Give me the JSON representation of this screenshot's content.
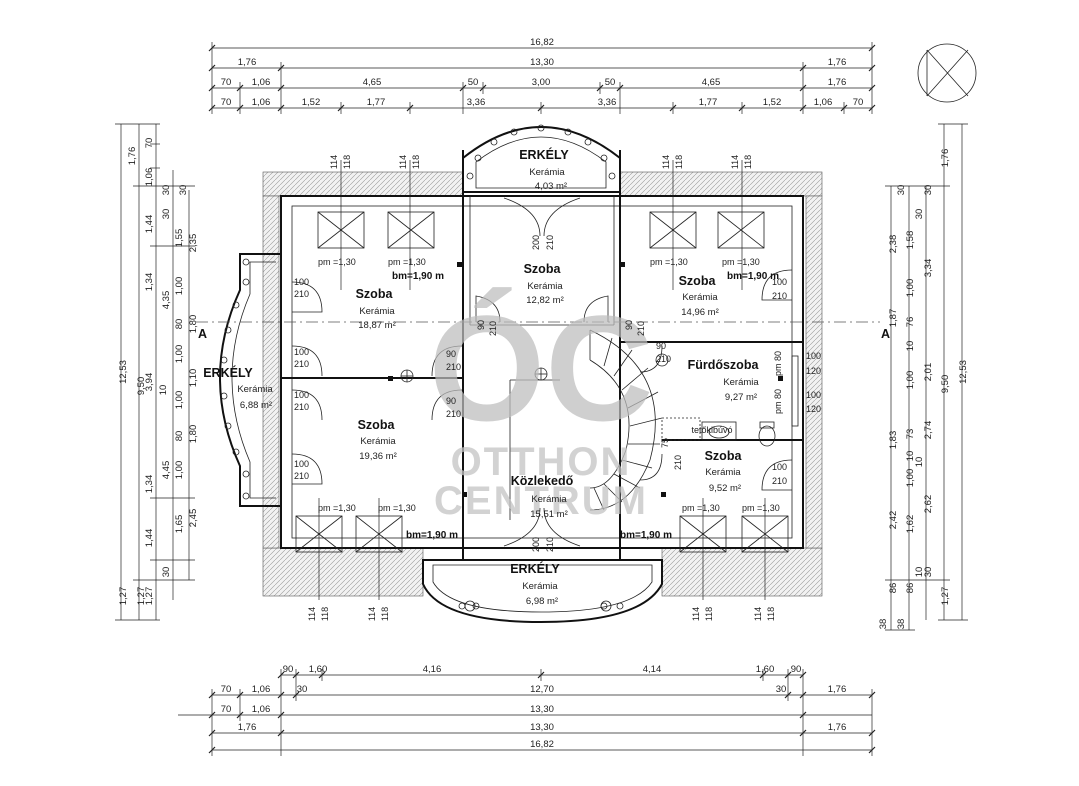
{
  "top_dims": {
    "row1": [
      "16,82"
    ],
    "row2": [
      "1,76",
      "13,30",
      "1,76"
    ],
    "row3": [
      "70",
      "1,06",
      "4,65",
      "50",
      "3,00",
      "50",
      "4,65",
      "1,76"
    ],
    "row4": [
      "70",
      "1,06",
      "1,52",
      "1,77",
      "3,36",
      "3,36",
      "1,77",
      "1,52",
      "1,06",
      "70"
    ]
  },
  "bottom_dims": {
    "row1": [
      "90",
      "1,60",
      "4,16",
      "4,14",
      "1,60",
      "90"
    ],
    "row2": [
      "70",
      "1,06",
      "30",
      "12,70",
      "30",
      "1,76"
    ],
    "row3": [
      "70",
      "1,06",
      "13,30"
    ],
    "row4": [
      "1,76",
      "13,30",
      "1,76"
    ],
    "row5": [
      "16,82"
    ]
  },
  "left_dims": {
    "outer": [
      "12,53"
    ],
    "col2": [
      "9,50",
      "1,27"
    ],
    "col3": [
      "1,76",
      "1,06",
      "70",
      "1,44",
      "1,34",
      "3,94",
      "1,34",
      "1,44",
      "1,27"
    ],
    "col4": [
      "30",
      "30",
      "30",
      "2,35",
      "4,35",
      "4,45",
      "2,45",
      "30"
    ],
    "col5": [
      "1,55",
      "1,00",
      "80",
      "1,00",
      "1,00",
      "80",
      "1,00",
      "1,65"
    ],
    "col6": [
      "1,10",
      "1,80",
      "1,80"
    ],
    "col7": [
      "10",
      "10"
    ]
  },
  "right_dims": {
    "outer": [
      "12,53"
    ],
    "col2": [
      "1,76",
      "9,50",
      "1,27"
    ],
    "col3": [
      "30",
      "3,34",
      "2,01",
      "2,74",
      "2,62",
      "30",
      "38"
    ],
    "col4": [
      "2,38",
      "1,87",
      "1,83",
      "2,42",
      "86",
      "38"
    ],
    "col5": [
      "1,58",
      "1,00",
      "76",
      "10",
      "1,00",
      "73",
      "10",
      "1,00",
      "1,62",
      "86"
    ],
    "col6": [
      "30",
      "30",
      "10",
      "10"
    ]
  },
  "section_marks": {
    "left": "A",
    "right": "A"
  },
  "rooms": {
    "erkely_top": {
      "name": "ERKÉLY",
      "material": "Kerámia",
      "area": "4,03 m²"
    },
    "szoba_tl": {
      "name": "Szoba",
      "material": "Kerámia",
      "area": "18,87 m²"
    },
    "szoba_tc": {
      "name": "Szoba",
      "material": "Kerámia",
      "area": "12,82 m²"
    },
    "szoba_tr": {
      "name": "Szoba",
      "material": "Kerámia",
      "area": "14,96 m²"
    },
    "erkely_left": {
      "name": "ERKÉLY",
      "material": "Kerámia",
      "area": "6,88 m²"
    },
    "szoba_bl": {
      "name": "Szoba",
      "material": "Kerámia",
      "area": "19,36 m²"
    },
    "furdo": {
      "name": "Fürdőszoba",
      "material": "Kerámia",
      "area": "9,27 m²"
    },
    "kozlekedo": {
      "name": "Közlekedő",
      "material": "Kerámia",
      "area": "15,51 m²"
    },
    "szoba_br": {
      "name": "Szoba",
      "material": "Kerámia",
      "area": "9,52 m²"
    },
    "erkely_bottom": {
      "name": "ERKÉLY",
      "material": "Kerámia",
      "area": "6,98 m²"
    }
  },
  "openings": {
    "window_top": [
      "114",
      "118"
    ],
    "window_bottom": [
      "114",
      "118"
    ],
    "door_100_210": [
      "100",
      "210"
    ],
    "door_90_210": [
      "90",
      "210"
    ],
    "door_200_210": [
      "200",
      "210"
    ],
    "door_100_120": [
      "100",
      "120"
    ],
    "door_75_210": [
      "75",
      "210"
    ],
    "pm": "pm =1,30",
    "bm": "bm=1,90 m",
    "pm80": "pm 80"
  },
  "labels": {
    "roof_window": "tetőkibúvó"
  },
  "logo": {
    "main": "ÓC",
    "sub1": "OTTHON",
    "sub2": "CENTRUM"
  },
  "colors": {
    "line": "#111111",
    "logo": "#bdbdbd",
    "hatch": "#9a9a9a"
  }
}
